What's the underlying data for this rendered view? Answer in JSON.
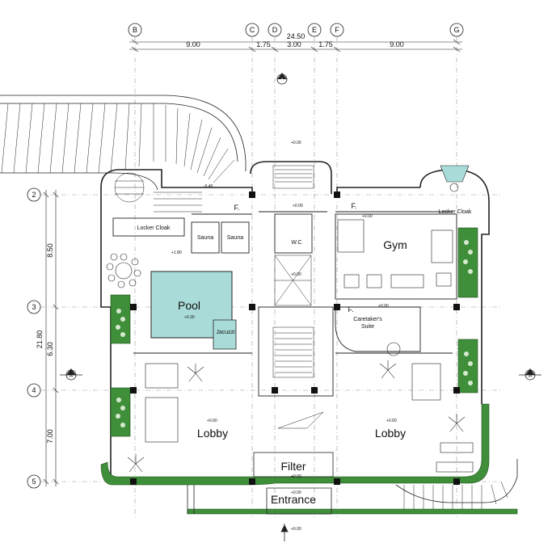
{
  "grid_columns": [
    "B",
    "C",
    "D",
    "E",
    "F",
    "G"
  ],
  "grid_rows": [
    "2",
    "3",
    "4",
    "5"
  ],
  "dimensions": {
    "overall_width": "24.50",
    "column_spacings": [
      "9.00",
      "1.75",
      "3.00",
      "1.75",
      "9.00"
    ],
    "overall_depth": "21.80",
    "row_spacings": [
      "8.50",
      "6.30",
      "7.00"
    ]
  },
  "section_marker": "A",
  "rooms": {
    "pool": "Pool",
    "jacuzzi": "Jacuzzi",
    "sauna_1": "Sauna",
    "sauna_2": "Sauna",
    "locker_left": "Locker Cloak",
    "locker_right": "Locker Cloak",
    "wc": "W.C",
    "gym": "Gym",
    "caretaker_line1": "Caretaker's",
    "caretaker_line2": "Suite",
    "lobby_left": "Lobby",
    "lobby_right": "Lobby",
    "filter": "Filter",
    "entrance": "Entrance",
    "f_left": "F.",
    "f_right": "F.",
    "f_caretaker": "F."
  },
  "levels": {
    "top": "+0.00",
    "stair": "+0.00",
    "locker": "-0.40",
    "gym": "+0.00",
    "corridor": "+0.00",
    "pool_deck": "+1.80",
    "pool_water": "+0.30",
    "lobby_left": "+0.60",
    "lobby_right": "+0.60",
    "filter": "+0.00",
    "entrance": "+0.00",
    "bottom": "+0.00",
    "caretaker": "+0.00"
  },
  "colors": {
    "pool_water": "#a9dcd8",
    "planter_green": "#3f8f3a",
    "line": "#222222",
    "grid_line": "#999999"
  }
}
